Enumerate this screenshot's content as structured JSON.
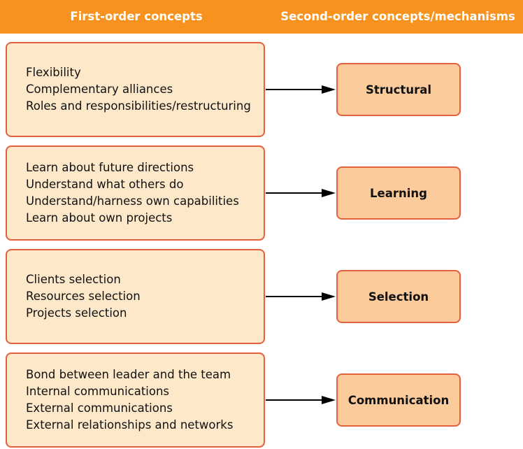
{
  "header": {
    "left_label": "First-order concepts",
    "right_label": "Second-order concepts/mechanisms"
  },
  "rows": [
    {
      "concepts": [
        "Flexibility",
        "Complementary alliances",
        "Roles and responsibilities/restructuring"
      ],
      "mechanism": "Structural"
    },
    {
      "concepts": [
        "Learn about future directions",
        "Understand what others do",
        "Understand/harness own capabilities",
        "Learn about own projects"
      ],
      "mechanism": "Learning"
    },
    {
      "concepts": [
        "Clients selection",
        "Resources selection",
        "Projects selection"
      ],
      "mechanism": "Selection"
    },
    {
      "concepts": [
        "Bond between leader and the team",
        "Internal communications",
        "External communications",
        "External relationships and networks"
      ],
      "mechanism": "Communication"
    }
  ],
  "colors": {
    "header_bg": "#f7921e",
    "concept_fill": "#fde9c9",
    "mechanism_fill": "#fbcb9b",
    "border": "#e5603d"
  }
}
